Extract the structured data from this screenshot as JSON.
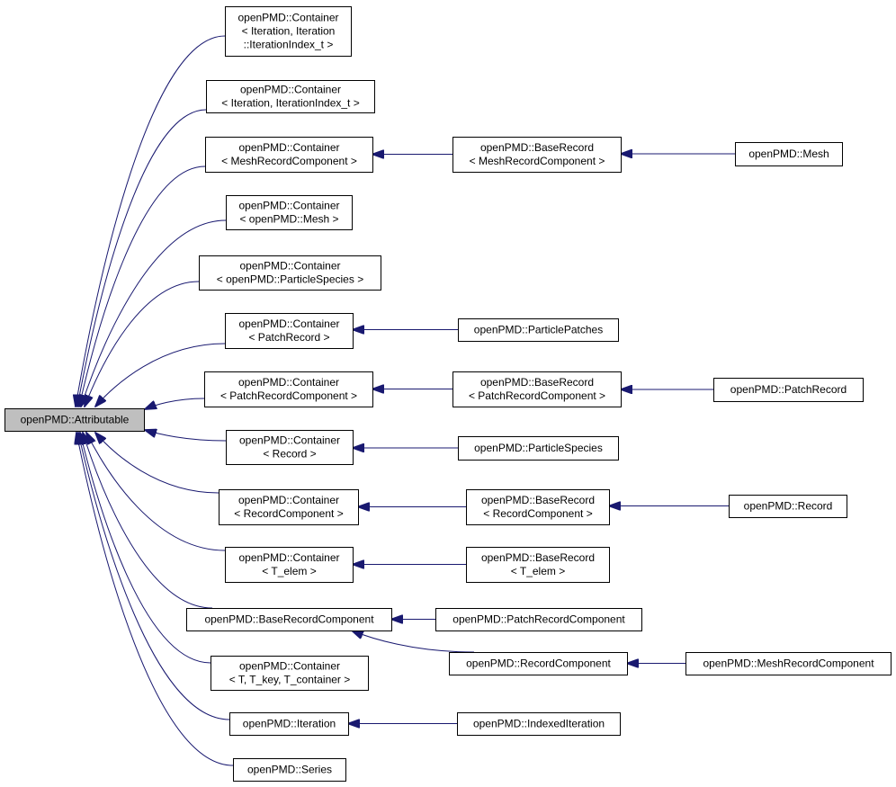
{
  "colors": {
    "edge": "#191970",
    "node_border": "#000000",
    "node_fill": "#ffffff",
    "root_fill": "#bfbfbf",
    "text": "#000000"
  },
  "nodes": [
    {
      "id": "attributable",
      "lines": [
        "openPMD::Attributable"
      ],
      "root": true
    },
    {
      "id": "container-iteration-indexed",
      "lines": [
        "openPMD::Container",
        "< Iteration, Iteration",
        "::IterationIndex_t >"
      ]
    },
    {
      "id": "container-iteration-index",
      "lines": [
        "openPMD::Container",
        "< Iteration, IterationIndex_t >"
      ]
    },
    {
      "id": "container-meshrecordcomponent",
      "lines": [
        "openPMD::Container",
        "< MeshRecordComponent >"
      ]
    },
    {
      "id": "container-mesh",
      "lines": [
        "openPMD::Container",
        "< openPMD::Mesh >"
      ]
    },
    {
      "id": "container-particlespecies",
      "lines": [
        "openPMD::Container",
        "< openPMD::ParticleSpecies >"
      ]
    },
    {
      "id": "container-patchrecord",
      "lines": [
        "openPMD::Container",
        "< PatchRecord >"
      ]
    },
    {
      "id": "container-patchrecordcomponent",
      "lines": [
        "openPMD::Container",
        "< PatchRecordComponent >"
      ]
    },
    {
      "id": "container-record",
      "lines": [
        "openPMD::Container",
        "< Record >"
      ]
    },
    {
      "id": "container-recordcomponent",
      "lines": [
        "openPMD::Container",
        "< RecordComponent >"
      ]
    },
    {
      "id": "container-t-elem",
      "lines": [
        "openPMD::Container",
        "< T_elem >"
      ]
    },
    {
      "id": "baserecordcomponent",
      "lines": [
        "openPMD::BaseRecordComponent"
      ]
    },
    {
      "id": "container-generic",
      "lines": [
        "openPMD::Container",
        "< T, T_key, T_container >"
      ]
    },
    {
      "id": "iteration",
      "lines": [
        "openPMD::Iteration"
      ]
    },
    {
      "id": "series",
      "lines": [
        "openPMD::Series"
      ]
    },
    {
      "id": "baserecord-meshrecordcomponent",
      "lines": [
        "openPMD::BaseRecord",
        "< MeshRecordComponent >"
      ]
    },
    {
      "id": "mesh",
      "lines": [
        "openPMD::Mesh"
      ]
    },
    {
      "id": "particlepatches",
      "lines": [
        "openPMD::ParticlePatches"
      ]
    },
    {
      "id": "baserecord-patchrecordcomponent",
      "lines": [
        "openPMD::BaseRecord",
        "< PatchRecordComponent >"
      ]
    },
    {
      "id": "patchrecord",
      "lines": [
        "openPMD::PatchRecord"
      ]
    },
    {
      "id": "particlespecies",
      "lines": [
        "openPMD::ParticleSpecies"
      ]
    },
    {
      "id": "baserecord-recordcomponent",
      "lines": [
        "openPMD::BaseRecord",
        "< RecordComponent >"
      ]
    },
    {
      "id": "record",
      "lines": [
        "openPMD::Record"
      ]
    },
    {
      "id": "baserecord-t-elem",
      "lines": [
        "openPMD::BaseRecord",
        "< T_elem >"
      ]
    },
    {
      "id": "patchrecordcomponent",
      "lines": [
        "openPMD::PatchRecordComponent"
      ]
    },
    {
      "id": "recordcomponent",
      "lines": [
        "openPMD::RecordComponent"
      ]
    },
    {
      "id": "meshrecordcomponent",
      "lines": [
        "openPMD::MeshRecordComponent"
      ]
    },
    {
      "id": "indexediteration",
      "lines": [
        "openPMD::IndexedIteration"
      ]
    }
  ],
  "edges": [
    {
      "from": "container-iteration-indexed",
      "to": "attributable"
    },
    {
      "from": "container-iteration-index",
      "to": "attributable"
    },
    {
      "from": "container-meshrecordcomponent",
      "to": "attributable"
    },
    {
      "from": "container-mesh",
      "to": "attributable"
    },
    {
      "from": "container-particlespecies",
      "to": "attributable"
    },
    {
      "from": "container-patchrecord",
      "to": "attributable"
    },
    {
      "from": "container-patchrecordcomponent",
      "to": "attributable"
    },
    {
      "from": "container-record",
      "to": "attributable"
    },
    {
      "from": "container-recordcomponent",
      "to": "attributable"
    },
    {
      "from": "container-t-elem",
      "to": "attributable"
    },
    {
      "from": "baserecordcomponent",
      "to": "attributable"
    },
    {
      "from": "container-generic",
      "to": "attributable"
    },
    {
      "from": "iteration",
      "to": "attributable"
    },
    {
      "from": "series",
      "to": "attributable"
    },
    {
      "from": "baserecord-meshrecordcomponent",
      "to": "container-meshrecordcomponent"
    },
    {
      "from": "mesh",
      "to": "baserecord-meshrecordcomponent"
    },
    {
      "from": "particlepatches",
      "to": "container-patchrecord"
    },
    {
      "from": "baserecord-patchrecordcomponent",
      "to": "container-patchrecordcomponent"
    },
    {
      "from": "patchrecord",
      "to": "baserecord-patchrecordcomponent"
    },
    {
      "from": "particlespecies",
      "to": "container-record"
    },
    {
      "from": "baserecord-recordcomponent",
      "to": "container-recordcomponent"
    },
    {
      "from": "record",
      "to": "baserecord-recordcomponent"
    },
    {
      "from": "baserecord-t-elem",
      "to": "container-t-elem"
    },
    {
      "from": "patchrecordcomponent",
      "to": "baserecordcomponent"
    },
    {
      "from": "recordcomponent",
      "to": "baserecordcomponent"
    },
    {
      "from": "meshrecordcomponent",
      "to": "recordcomponent"
    },
    {
      "from": "indexediteration",
      "to": "iteration"
    }
  ]
}
